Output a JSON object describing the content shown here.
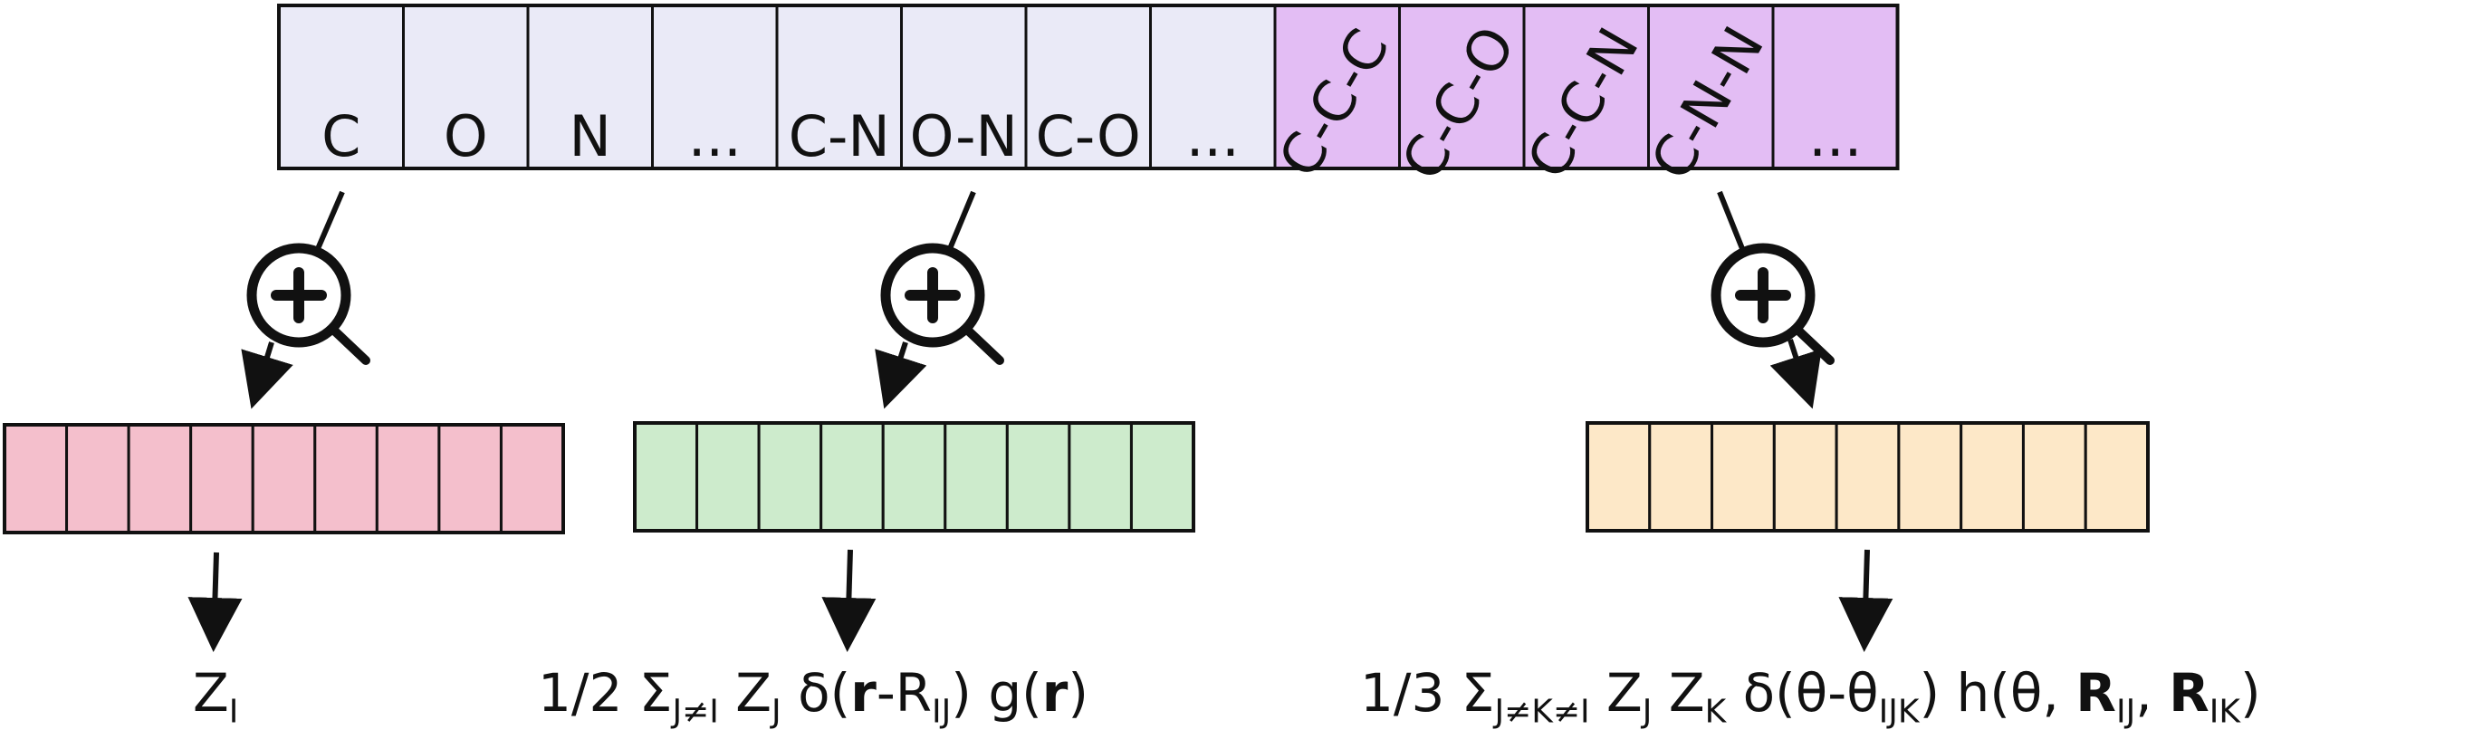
{
  "top_bar": {
    "cells": [
      {
        "label": "C",
        "rotated": false,
        "group": "single"
      },
      {
        "label": "O",
        "rotated": false,
        "group": "single"
      },
      {
        "label": "N",
        "rotated": false,
        "group": "single"
      },
      {
        "label": "...",
        "rotated": false,
        "group": "single"
      },
      {
        "label": "C-N",
        "rotated": false,
        "group": "pair"
      },
      {
        "label": "O-N",
        "rotated": false,
        "group": "pair"
      },
      {
        "label": "C-O",
        "rotated": false,
        "group": "pair"
      },
      {
        "label": "...",
        "rotated": false,
        "group": "pair"
      },
      {
        "label": "C-C-C",
        "rotated": true,
        "group": "triple"
      },
      {
        "label": "C-C-O",
        "rotated": true,
        "group": "triple"
      },
      {
        "label": "C-C-N",
        "rotated": true,
        "group": "triple"
      },
      {
        "label": "C-N-N",
        "rotated": true,
        "group": "triple"
      },
      {
        "label": "...",
        "rotated": false,
        "group": "triple"
      }
    ]
  },
  "vectors": [
    {
      "name": "vector-single",
      "cells": 9,
      "color": "#f4bfcc"
    },
    {
      "name": "vector-pair",
      "cells": 9,
      "color": "#cdebcc"
    },
    {
      "name": "vector-triple",
      "cells": 9,
      "color": "#fde8c8"
    }
  ],
  "icons": [
    "zoom-add-icon",
    "zoom-add-icon",
    "zoom-add-icon"
  ],
  "colors": {
    "lavender": "#eaeaf7",
    "purple": "#e3bdf4",
    "pink": "#f4bfcc",
    "green": "#cdebcc",
    "peach": "#fde8c8",
    "line": "#111111"
  },
  "formulas": {
    "single": {
      "main": "Z",
      "sub": "I"
    },
    "pair": {
      "prefix": "1/2 Σ",
      "sub1": "J≠I",
      "z": " Z",
      "sub2": "J",
      "delta_open": " δ(",
      "r": "r",
      "minus_R": "-R",
      "sub3": "IJ",
      "close": ") g(",
      "r2": "r",
      "end": ")"
    },
    "triple": {
      "prefix": "1/3 Σ",
      "sub1": "J≠K≠I",
      "z1": " Z",
      "sub2": "J",
      "z2": " Z",
      "sub3": "K",
      "delta_open": " δ(θ-θ",
      "sub4": "IJK",
      "h_open": ") h(θ, ",
      "R1": "R",
      "sub5": "IJ",
      "comma": ", ",
      "R2": "R",
      "sub6": "IK",
      "end": ")"
    }
  }
}
